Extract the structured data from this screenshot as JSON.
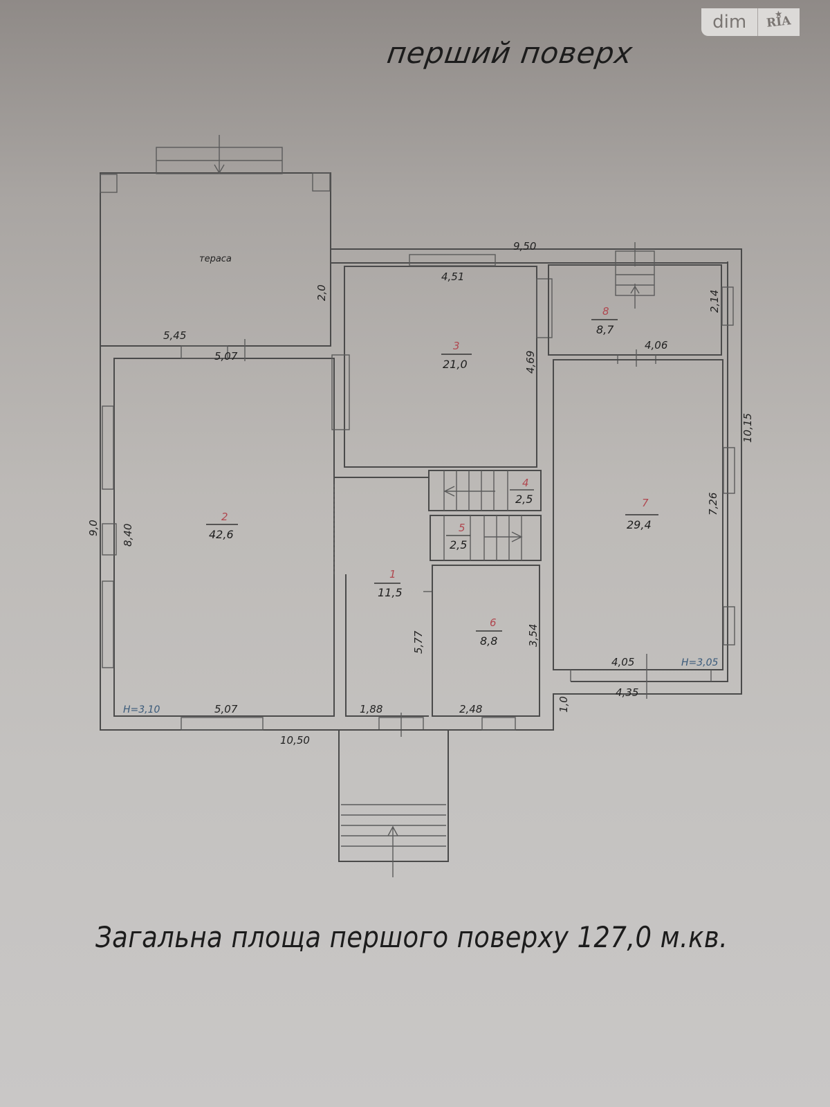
{
  "watermark": {
    "brand_left": "dim",
    "brand_right": "RIA",
    "star": "★"
  },
  "title": "перший поверх",
  "footer": "Загальна площа першого поверху 127,0 м.кв.",
  "terrace": {
    "label": "тераса",
    "dim_width": "5,45",
    "dim_depth": "2,0"
  },
  "rooms": [
    {
      "num": "1",
      "area": "11,5"
    },
    {
      "num": "2",
      "area": "42,6"
    },
    {
      "num": "3",
      "area": "21,0"
    },
    {
      "num": "4",
      "area": "2,5"
    },
    {
      "num": "5",
      "area": "2,5"
    },
    {
      "num": "6",
      "area": "8,8"
    },
    {
      "num": "7",
      "area": "29,4"
    },
    {
      "num": "8",
      "area": "8,7"
    }
  ],
  "dimensions": {
    "top_overall": "9,50",
    "room3_width": "4,51",
    "room3_height": "4,69",
    "room8_height": "2,14",
    "room8_width": "4,06",
    "right_overall": "10,15",
    "room7_height": "7,26",
    "room7_width": "4,05",
    "room7_outer_width": "4,35",
    "room2_top_width": "5,07",
    "room2_bottom_width": "5,07",
    "room2_height": "8,40",
    "left_overall": "9,0",
    "bottom_overall": "10,50",
    "room1_width": "1,88",
    "room1_height": "5,77",
    "room6_width": "2,48",
    "room6_height": "3,54",
    "step_height": "1,0"
  },
  "heights": {
    "left": "H=3,10",
    "right": "H=3,05"
  }
}
